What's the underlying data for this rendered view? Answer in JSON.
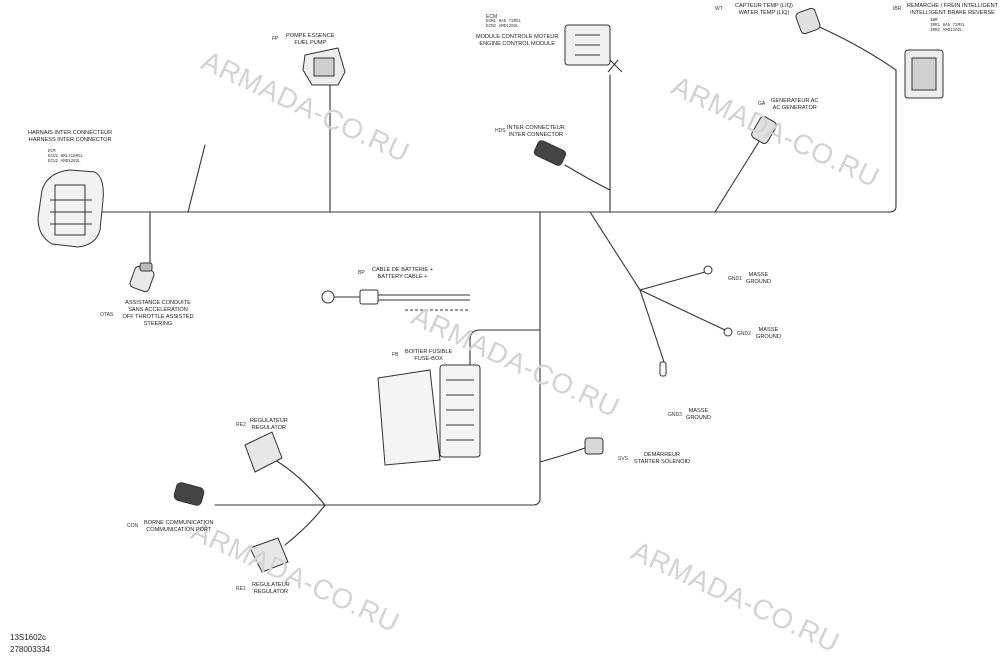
{
  "watermark": "ARMADA-CO.RU",
  "references": {
    "illustration": "13S1602c",
    "part_number": "278003334"
  },
  "components": {
    "harness_inter": {
      "code": "",
      "fr": "HARNAIS INTER CONNECTEUR",
      "en": "HARNESS INTER CONNECTOR"
    },
    "fuel_pump": {
      "code": "FP",
      "fr": "POMPE ESSENCE",
      "en": "FUEL PUMP"
    },
    "ecm": {
      "code": "ECM",
      "fr": "MODULE CONTROLE MOTEUR",
      "en": "ENGINE CONTROL MODULE"
    },
    "water_temp": {
      "code": "WT",
      "fr": "CAPTEUR TEMP (LIQ)",
      "en": "WATER TEMP (LIQ)"
    },
    "ibr": {
      "code": "IBR",
      "fr": "REMARCHE / FREIN INTELLIGENT",
      "en": "INTELLIGENT BRAKE REVERSE"
    },
    "inter_conn": {
      "code": "HDS",
      "fr": "INTER CONNECTEUR",
      "en": "INTER CONNECTOR"
    },
    "ac_gen": {
      "code": "GA",
      "fr": "GENERATEUR AC",
      "en": "AC GENERATOR"
    },
    "ots": {
      "code": "OTAS",
      "fr": "ASSISTANCE CONDUITE SANS ACCELERATION",
      "en": "OFF THROTTLE ASSISTED STEERING"
    },
    "battery_cable": {
      "code": "BP",
      "fr": "CABLE DE BATTERIE +",
      "en": "BATTERY CABLE +"
    },
    "fuse_box": {
      "code": "FB",
      "fr": "BOITIER FUSIBLE",
      "en": "FUSE-BOX"
    },
    "ground1": {
      "code": "GND1",
      "fr": "MASSE",
      "en": "GROUND"
    },
    "ground2": {
      "code": "GND2",
      "fr": "MASSE",
      "en": "GROUND"
    },
    "ground3": {
      "code": "GND3",
      "fr": "MASSE",
      "en": "GROUND"
    },
    "regulator2": {
      "code": "RE2",
      "fr": "REGULATEUR",
      "en": "REGULATOR"
    },
    "starter": {
      "code": "SVS",
      "fr": "DEMARREUR",
      "en": "STARTER SOLENOID"
    },
    "comm_port": {
      "code": "CON",
      "fr": "BORNE COMMUNICATION",
      "en": "COMMUNICATION PORT"
    },
    "regulator1": {
      "code": "RE1",
      "fr": "REGULATEUR",
      "en": "REGULATOR"
    }
  },
  "pin_tables": {
    "harness_inter": [
      "ECM",
      "ECU1 8MLJ15MSL",
      "ECU2 AMD1202L"
    ],
    "ecm": [
      "ECM1 8A5 72MSL",
      "ECM2 AMD1202L"
    ],
    "ibr": [
      "IBR",
      "IBR1 8A5 72MSL",
      "IBR2 AMD1202L"
    ]
  }
}
